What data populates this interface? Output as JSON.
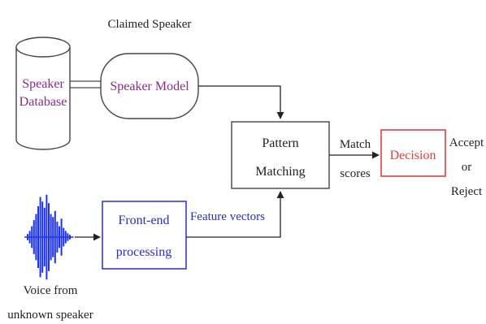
{
  "diagram": {
    "header_label": "Claimed Speaker",
    "database": {
      "line1": "Speaker",
      "line2": "Database"
    },
    "model": {
      "label": "Speaker Model"
    },
    "pattern": {
      "line1": "Pattern",
      "line2": "Matching"
    },
    "match_scores": {
      "line1": "Match",
      "line2": "scores"
    },
    "decision": {
      "label": "Decision"
    },
    "outcome": {
      "line1": "Accept",
      "line2": "or",
      "line3": "Reject"
    },
    "frontend": {
      "line1": "Front-end",
      "line2": "processing"
    },
    "feature_vectors": "Feature vectors",
    "voice": {
      "line1": "Voice from",
      "line2": "unknown speaker"
    },
    "colors": {
      "purple_text": "#8a2a8a",
      "blue_box": "#2a2ad0",
      "red_box": "#e04040",
      "waveform": "#1a30ff",
      "line": "#222222"
    }
  }
}
